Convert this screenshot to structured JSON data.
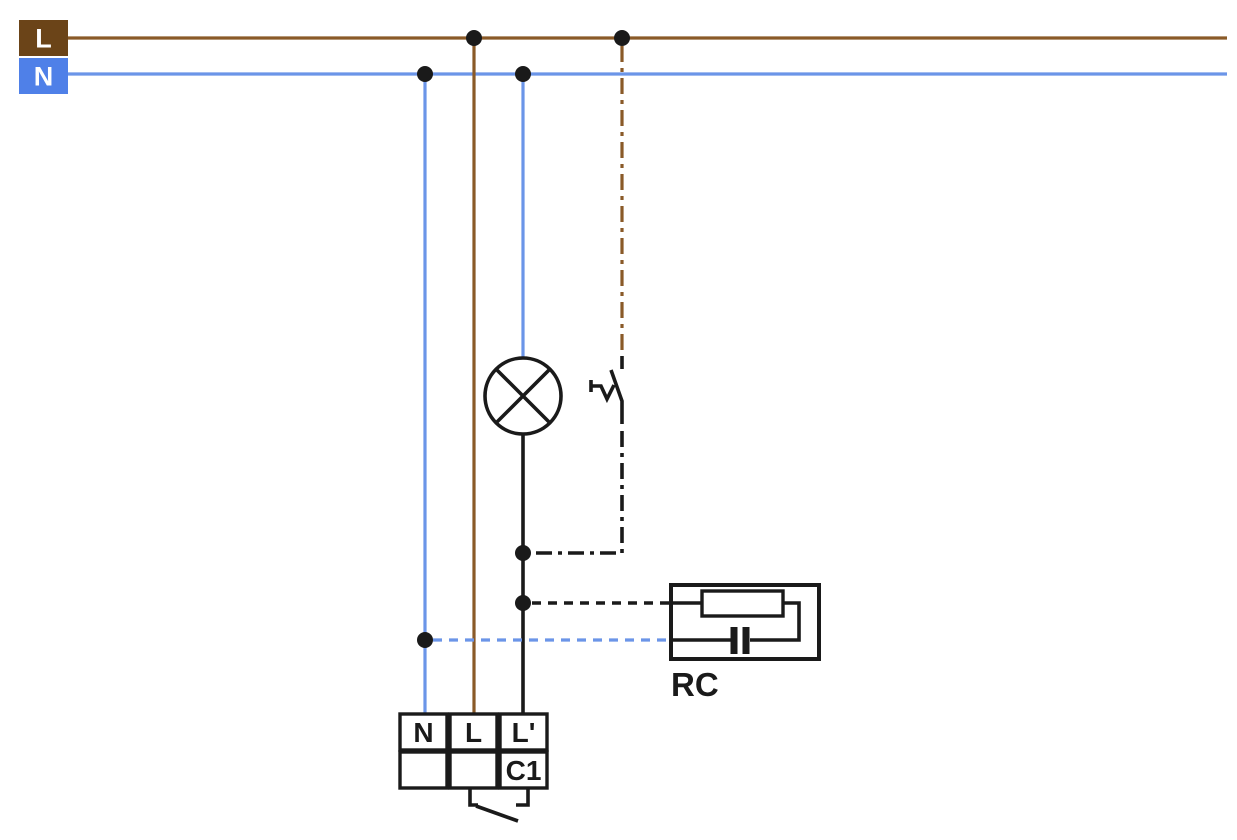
{
  "colors": {
    "brown_box": "#6b4418",
    "blue_box": "#4f80e8",
    "brown_wire": "#8a5a28",
    "blue_wire": "#6b95e8",
    "black": "#1a1a1a"
  },
  "supply": {
    "phase_label": "L",
    "neutral_label": "N"
  },
  "rc_module": {
    "label": "RC"
  },
  "terminal_block": {
    "top_row": [
      "N",
      "L",
      "L'"
    ],
    "bottom_row": [
      "",
      "",
      "C1"
    ]
  },
  "icons": {
    "lamp": "lamp-icon",
    "manual_switch": "manual-switch-icon",
    "relay_contact": "relay-contact-icon",
    "resistor": "resistor-icon",
    "capacitor": "capacitor-icon"
  }
}
